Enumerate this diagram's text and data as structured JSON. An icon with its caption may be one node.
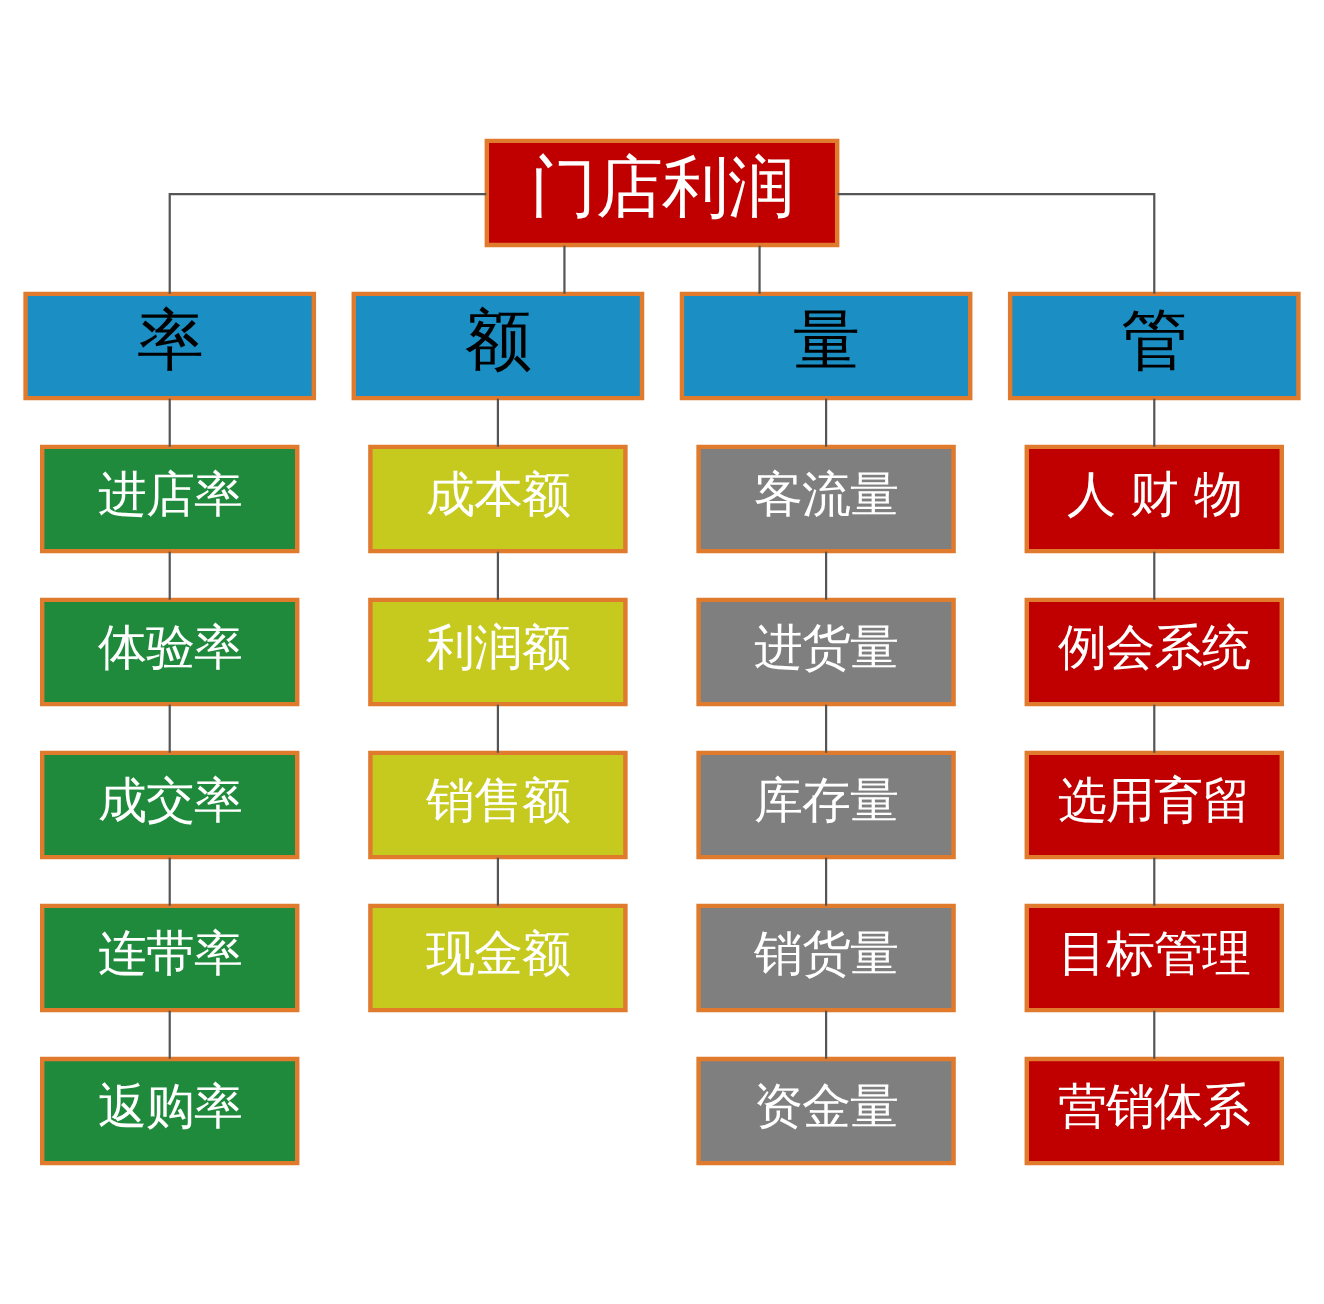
{
  "diagram": {
    "nodes": [
      {
        "text": [
          "门店利润"
        ]
      },
      {
        "text": [
          "率"
        ]
      },
      {
        "text": [
          "额"
        ]
      },
      {
        "text": [
          "量"
        ]
      },
      {
        "text": [
          "管"
        ]
      },
      {
        "text": [
          "进店率"
        ]
      },
      {
        "text": [
          "体验率"
        ]
      },
      {
        "text": [
          "成交率"
        ]
      },
      {
        "text": [
          "连带率"
        ]
      },
      {
        "text": [
          "返购率"
        ]
      },
      {
        "text": [
          "成本额"
        ]
      },
      {
        "text": [
          "利润额"
        ]
      },
      {
        "text": [
          "销售额"
        ]
      },
      {
        "text": [
          "现金额"
        ]
      },
      {
        "text": [
          "客流量"
        ]
      },
      {
        "text": [
          "进货量"
        ]
      },
      {
        "text": [
          "库存量"
        ]
      },
      {
        "text": [
          "销货量"
        ]
      },
      {
        "text": [
          "资金量"
        ]
      },
      {
        "text": [
          "人 财 物"
        ]
      },
      {
        "text": [
          "例会系统"
        ]
      },
      {
        "text": [
          "选用育留"
        ]
      },
      {
        "text": [
          "目标管理"
        ]
      },
      {
        "text": [
          "营销体系"
        ]
      }
    ],
    "edges": [
      {
        "from": 0,
        "to": 1,
        "arrow": "none"
      },
      {
        "from": 0,
        "to": 2,
        "arrow": "none"
      },
      {
        "from": 0,
        "to": 3,
        "arrow": "none"
      },
      {
        "from": 0,
        "to": 4,
        "arrow": "none"
      },
      {
        "from": 1,
        "to": 5,
        "arrow": "none"
      },
      {
        "from": 5,
        "to": 6,
        "arrow": "none"
      },
      {
        "from": 6,
        "to": 7,
        "arrow": "none"
      },
      {
        "from": 7,
        "to": 8,
        "arrow": "none"
      },
      {
        "from": 8,
        "to": 9,
        "arrow": "none"
      },
      {
        "from": 2,
        "to": 10,
        "arrow": "none"
      },
      {
        "from": 10,
        "to": 11,
        "arrow": "none"
      },
      {
        "from": 11,
        "to": 12,
        "arrow": "none"
      },
      {
        "from": 12,
        "to": 13,
        "arrow": "none"
      },
      {
        "from": 3,
        "to": 14,
        "arrow": "none"
      },
      {
        "from": 14,
        "to": 15,
        "arrow": "none"
      },
      {
        "from": 15,
        "to": 16,
        "arrow": "none"
      },
      {
        "from": 16,
        "to": 17,
        "arrow": "none"
      },
      {
        "from": 17,
        "to": 18,
        "arrow": "none"
      },
      {
        "from": 4,
        "to": 19,
        "arrow": "none"
      },
      {
        "from": 19,
        "to": 20,
        "arrow": "none"
      },
      {
        "from": 20,
        "to": 21,
        "arrow": "none"
      },
      {
        "from": 21,
        "to": 22,
        "arrow": "none"
      },
      {
        "from": 22,
        "to": 23,
        "arrow": "none"
      }
    ]
  }
}
